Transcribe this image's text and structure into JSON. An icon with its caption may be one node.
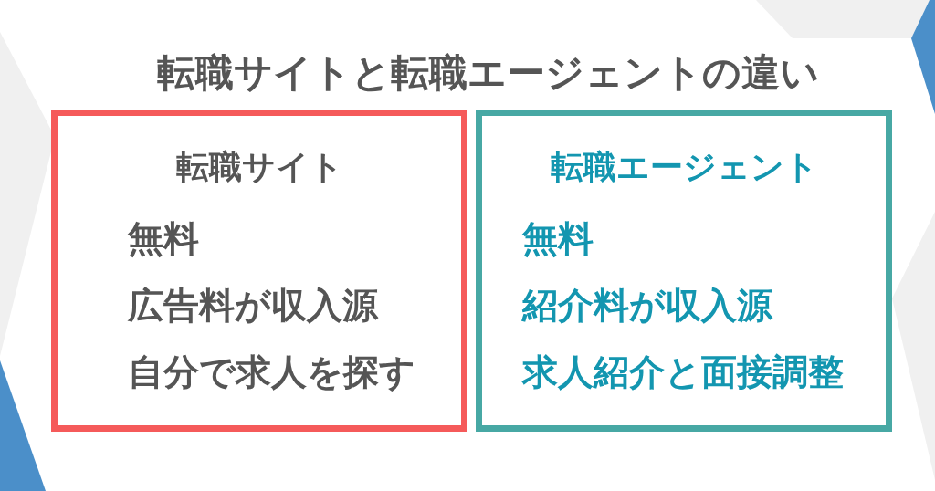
{
  "diagram": {
    "title": "転職サイトと転職エージェントの違い",
    "nodes": [
      {
        "text": [
          "転職サイト",
          "無料",
          "広告料が収入源",
          "自分で求人を探す"
        ]
      },
      {
        "text": [
          "転職エージェント",
          "無料",
          "紹介料が収入源",
          "求人紹介と面接調整"
        ]
      }
    ]
  }
}
